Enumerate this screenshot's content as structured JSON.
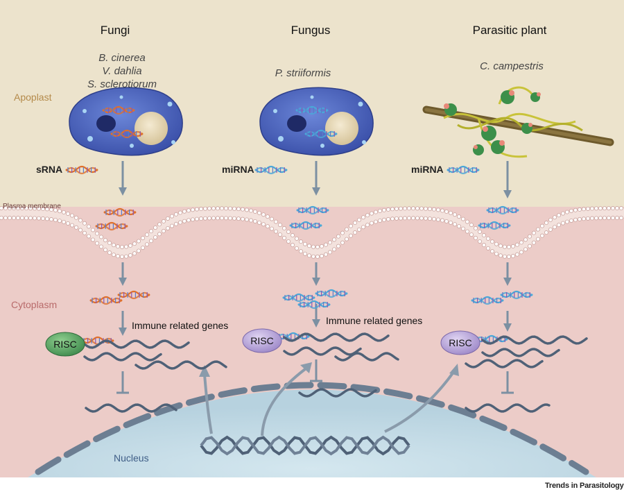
{
  "columns": [
    {
      "title": "Fungi",
      "species": [
        "B. cinerea",
        "V. dahlia",
        "S. sclerotiorum"
      ],
      "rna_label": "sRNA",
      "rna_color": "#e0702a"
    },
    {
      "title": "Fungus",
      "species": [
        "P. striiformis"
      ],
      "rna_label": "miRNA",
      "rna_color": "#4aa8d8"
    },
    {
      "title": "Parasitic plant",
      "species": [
        "C. campestris"
      ],
      "rna_label": "miRNA",
      "rna_color": "#4aa8d8"
    }
  ],
  "regions": {
    "apoplast": "Apoplast",
    "plasma_membrane": "Plasma membrane",
    "cytoplasm": "Cytoplasm",
    "nucleus": "Nucleus"
  },
  "risc_label": "RISC",
  "immune_label": "Immune related genes",
  "footer": "Trends in Parasitology",
  "colors": {
    "apoplast": "#ece3cc",
    "cytoplasm": "#ecccc8",
    "nucleus": "#c7dee8",
    "arrow": "#7c90a2",
    "dna": "#4f6177",
    "risc_green": "#3f8a4d",
    "risc_purple": "#9d88c8",
    "envelope": "#6c7e92"
  }
}
